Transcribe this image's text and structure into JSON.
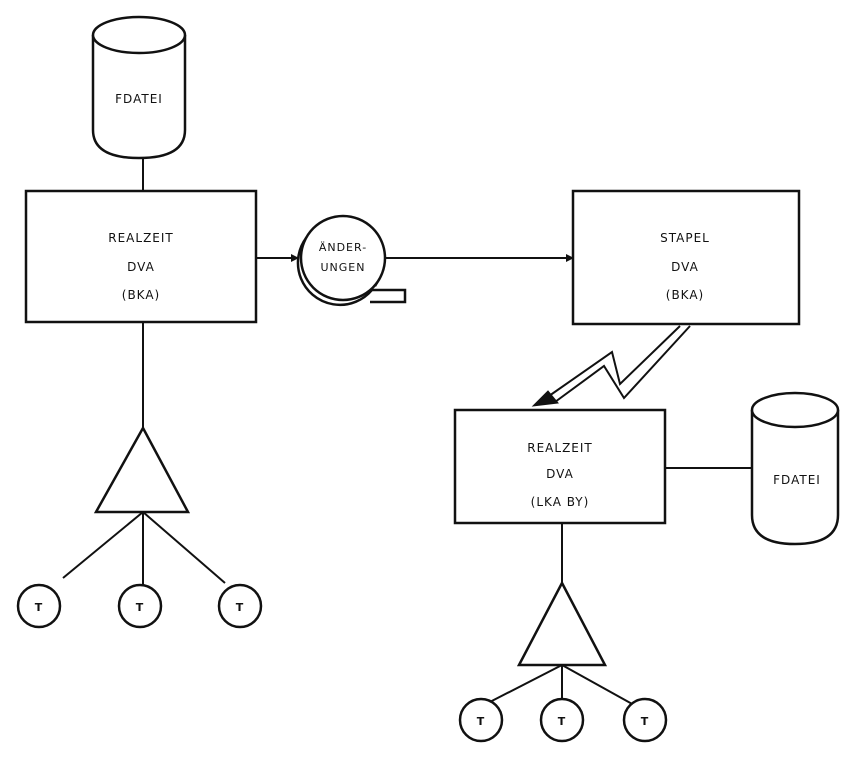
{
  "diagram": {
    "fdatei_top": "FDATEI",
    "fdatei_right": "FDATEI",
    "box_realzeit_bka": {
      "line1": "REALZEIT",
      "line2": "DVA",
      "line3": "(BKA)"
    },
    "box_stapel_bka": {
      "line1": "STAPEL",
      "line2": "DVA",
      "line3": "(BKA)"
    },
    "box_realzeit_lka": {
      "line1": "REALZEIT",
      "line2": "DVA",
      "line3": "(LKA BY)"
    },
    "tape": {
      "line1": "ÄNDER-",
      "line2": "UNGEN"
    },
    "terminal_label": "T"
  }
}
